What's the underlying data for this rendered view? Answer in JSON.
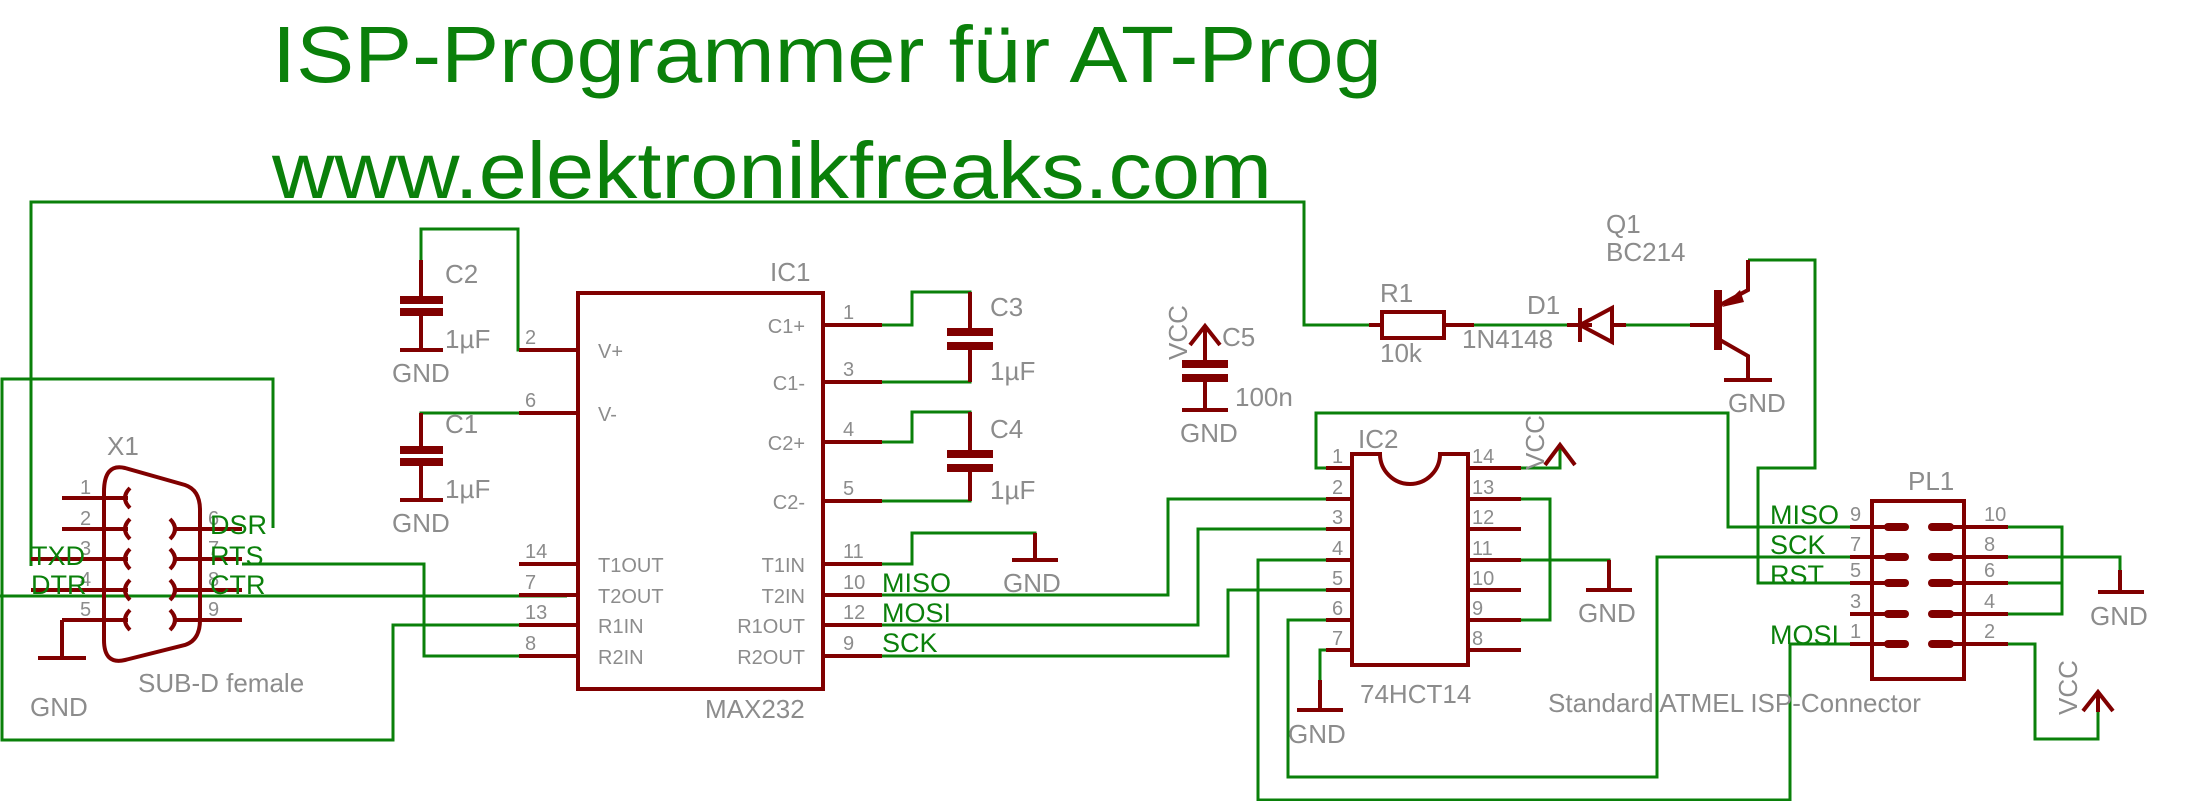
{
  "title": "ISP-Programmer für AT-Prog",
  "url": "www.elektronikfreaks.com",
  "colors": {
    "wire": "#0a800a",
    "symbol": "#800000",
    "label": "#8c8c8c",
    "title": "#0a800a"
  },
  "components": {
    "x1": {
      "name": "X1",
      "value": "SUB-D female",
      "pins": [
        "1",
        "2",
        "3",
        "4",
        "5",
        "6",
        "7",
        "8",
        "9"
      ]
    },
    "ic1": {
      "name": "IC1",
      "value": "MAX232",
      "left_pins": [
        {
          "num": "2",
          "label": "V+"
        },
        {
          "num": "6",
          "label": "V-"
        },
        {
          "num": "14",
          "label": "T1OUT"
        },
        {
          "num": "7",
          "label": "T2OUT"
        },
        {
          "num": "13",
          "label": "R1IN"
        },
        {
          "num": "8",
          "label": "R2IN"
        }
      ],
      "right_pins": [
        {
          "num": "1",
          "label": "C1+"
        },
        {
          "num": "3",
          "label": "C1-"
        },
        {
          "num": "4",
          "label": "C2+"
        },
        {
          "num": "5",
          "label": "C2-"
        },
        {
          "num": "11",
          "label": "T1IN"
        },
        {
          "num": "10",
          "label": "T2IN"
        },
        {
          "num": "12",
          "label": "R1OUT"
        },
        {
          "num": "9",
          "label": "R2OUT"
        }
      ]
    },
    "c1": {
      "name": "C1",
      "value": "1µF"
    },
    "c2": {
      "name": "C2",
      "value": "1µF"
    },
    "c3": {
      "name": "C3",
      "value": "1µF"
    },
    "c4": {
      "name": "C4",
      "value": "1µF"
    },
    "c5": {
      "name": "C5",
      "value": "100n"
    },
    "r1": {
      "name": "R1",
      "value": "10k"
    },
    "d1": {
      "name": "D1",
      "value": "1N4148"
    },
    "q1": {
      "name": "Q1",
      "value": "BC214"
    },
    "ic2": {
      "name": "IC2",
      "value": "74HCT14",
      "left_pins": [
        "1",
        "2",
        "3",
        "4",
        "5",
        "6",
        "7"
      ],
      "right_pins": [
        "14",
        "13",
        "12",
        "11",
        "10",
        "9",
        "8"
      ]
    },
    "pl1": {
      "name": "PL1",
      "value": "Standard ATMEL ISP-Connector",
      "left_pins": [
        "9",
        "7",
        "5",
        "3",
        "1"
      ],
      "right_pins": [
        "10",
        "8",
        "6",
        "4",
        "2"
      ]
    }
  },
  "power": {
    "gnd": "GND",
    "vcc": "VCC"
  },
  "nets": {
    "txd": "TXD",
    "dtr": "DTR",
    "dsr": "DSR",
    "rts": "RTS",
    "ctr": "CTR",
    "miso": "MISO",
    "mosi": "MOSI",
    "sck": "SCK",
    "rst": "RST"
  }
}
